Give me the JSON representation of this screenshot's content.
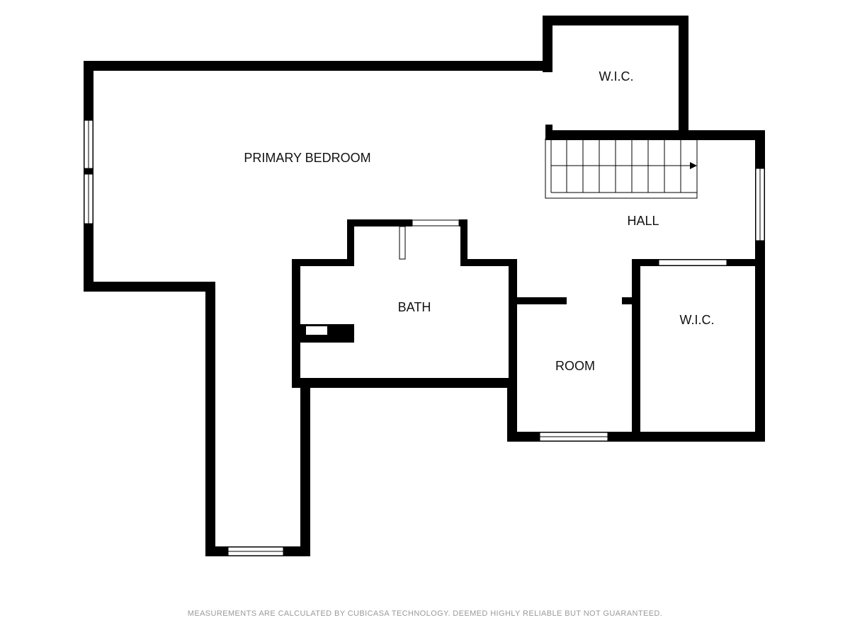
{
  "rooms": {
    "primary_bedroom": "PRIMARY BEDROOM",
    "wic_top": "W.I.C.",
    "hall": "HALL",
    "bath": "BATH",
    "room": "ROOM",
    "wic_right": "W.I.C."
  },
  "footer": {
    "disclaimer": "MEASUREMENTS ARE CALCULATED BY CUBICASA TECHNOLOGY. DEEMED HIGHLY RELIABLE BUT NOT GUARANTEED."
  },
  "colors": {
    "wall": "#000000",
    "background": "#ffffff",
    "footer_text": "#9a9a9a"
  }
}
